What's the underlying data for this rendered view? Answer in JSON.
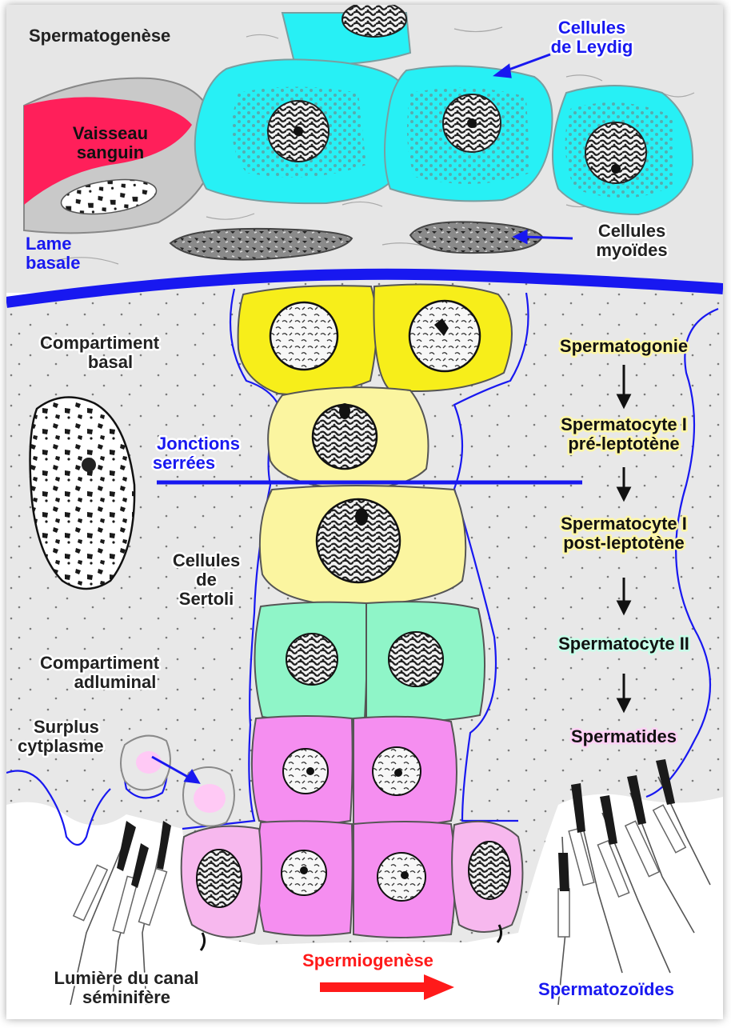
{
  "labels": {
    "spermatogenese": "Spermatogenèse",
    "leydig_1": "Cellules",
    "leydig_2": "de Leydig",
    "vaisseau_1": "Vaisseau",
    "vaisseau_2": "sanguin",
    "myoides_1": "Cellules",
    "myoides_2": "myoïdes",
    "lame_1": "Lame",
    "lame_2": "basale",
    "comp_basal_1": "Compartiment",
    "comp_basal_2": "basal",
    "jonctions_1": "Jonctions",
    "jonctions_2": "serrées",
    "sertoli_1": "Cellules",
    "sertoli_2": "de",
    "sertoli_3": "Sertoli",
    "comp_adlum_1": "Compartiment",
    "comp_adlum_2": "adluminal",
    "surplus_1": "Surplus",
    "surplus_2": "cytplasme",
    "lumiere_1": "Lumière du canal",
    "lumiere_2": "séminifère",
    "spermiogenese": "Spermiogenèse",
    "spermatozoides": "Spermatozoïdes"
  },
  "stages": [
    {
      "line1": "Spermatogonie",
      "line2": ""
    },
    {
      "line1": "Spermatocyte I",
      "line2": "pré-leptotène"
    },
    {
      "line1": "Spermatocyte I",
      "line2": "post-leptotène"
    },
    {
      "line1": "Spermatocyte II",
      "line2": ""
    },
    {
      "line1": "Spermatides",
      "line2": ""
    }
  ],
  "colors": {
    "background": "#e8e8e8",
    "leydig": "#27f0f5",
    "vessel": "#ff1f5a",
    "basal_lamina": "#1818f0",
    "spermatogonia": "#f7ee1a",
    "spermatocyte_I": "#fbf5a0",
    "spermatocyte_II": "#8ff5c8",
    "spermatid": "#f58ef0",
    "spermatid_late": "#f7b8ee",
    "arrow_red": "#ff1a1a"
  }
}
